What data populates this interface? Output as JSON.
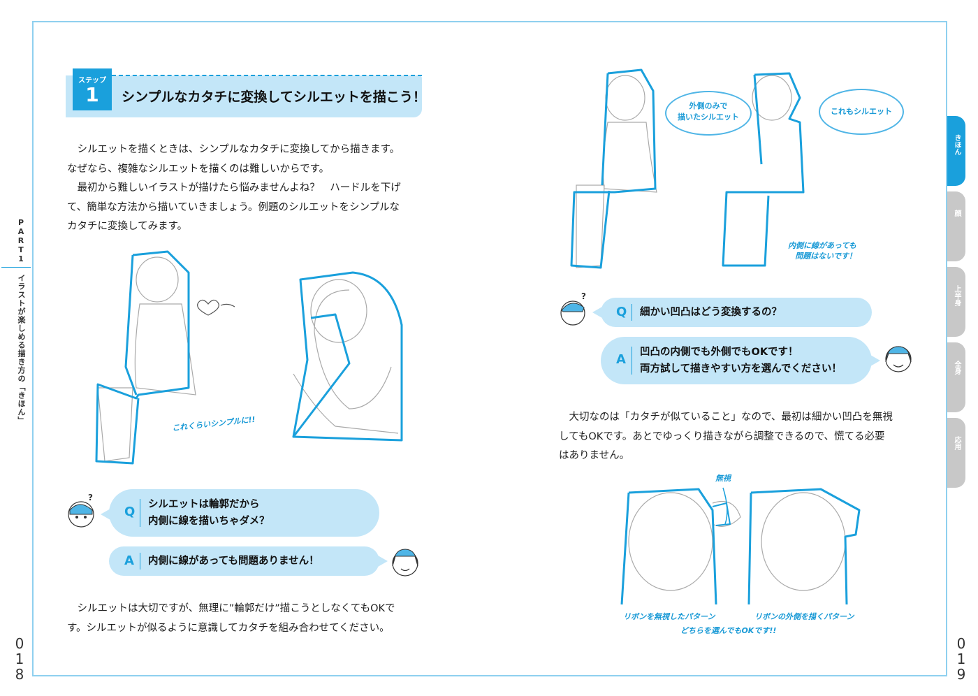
{
  "left_page": {
    "part_label": [
      "P",
      "A",
      "R",
      "T",
      "1"
    ],
    "vertical_title": "イラストが楽しめる描き方の「きほん」",
    "page_number": [
      "0",
      "1",
      "8"
    ],
    "step": {
      "badge_label": "ステップ",
      "badge_number": "1",
      "title": "シンプルなカタチに変換してシルエットを描こう！"
    },
    "intro_paragraph": [
      "シルエットを描くときは、シンプルなカタチに変換してから描きます。",
      "なぜなら、複雑なシルエットを描くのは難しいからです。",
      "最初から難しいイラストが描けたら悩みませんよね？　ハードルを下げ",
      "て、簡単な方法から描いていきましょう。例題のシルエットをシンプルな",
      "カタチに変換してみます。"
    ],
    "annotation": "これくらいシンプルに!!",
    "qa": {
      "q_letter": "Q",
      "q_lines": [
        "シルエットは輪郭だから",
        "内側に線を描いちゃダメ？"
      ],
      "a_letter": "A",
      "a_line": "内側に線があっても問題ありません！"
    },
    "closing_paragraph": [
      "シルエットは大切ですが、無理に”輪郭だけ”描こうとしなくてもOKで",
      "す。シルエットが似るように意識してカタチを組み合わせてください。"
    ]
  },
  "right_page": {
    "page_number": [
      "0",
      "1",
      "9"
    ],
    "speech_1": [
      "外側のみで",
      "描いたシルエット"
    ],
    "speech_2": "これもシルエット",
    "annotation_inner": [
      "内側に線があっても",
      "問題はないです！"
    ],
    "qa": {
      "q_letter": "Q",
      "q_line": "細かい凹凸はどう変換するの？",
      "a_letter": "A",
      "a_lines": [
        "凹凸の内側でも外側でもOKです！",
        "両方試して描きやすい方を選んでください！"
      ]
    },
    "paragraph": [
      "大切なのは「カタチが似ていること」なので、最初は細かい凹凸を無視",
      "してもOKです。あとでゆっくり描きながら調整できるので、慌てる必要",
      "はありません。"
    ],
    "ignore_label": "無視",
    "caption_left": "リボンを無視したパターン",
    "caption_right": "リボンの外側を描くパターン",
    "caption_bottom": "どちらを選んでもOKです!!",
    "tabs": [
      "きほん",
      "顔",
      "上半身",
      "全身",
      "応用"
    ]
  },
  "colors": {
    "accent": "#1aa0dc",
    "light_accent": "#c3e6f8",
    "frame": "#8fd0ef",
    "tab_inactive": "#c8c8c8"
  }
}
